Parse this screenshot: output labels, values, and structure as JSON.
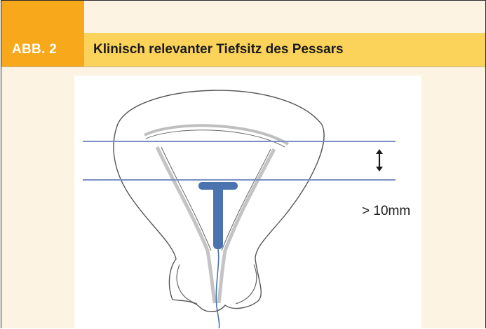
{
  "figure": {
    "label": "ABB. 2",
    "title": "Klinisch relevanter Tiefsitz des Pessars"
  },
  "illustration": {
    "measurement_text": "> 10mm",
    "icons": [
      "double-arrow-icon"
    ],
    "colors": {
      "guide_lines": "#7b8fc4",
      "pessary": "#4a73b0",
      "outline": "#555555",
      "label_background": "#f7a81b",
      "header_background": "#fbd35b",
      "panel_background": "#fdf3e3"
    }
  }
}
